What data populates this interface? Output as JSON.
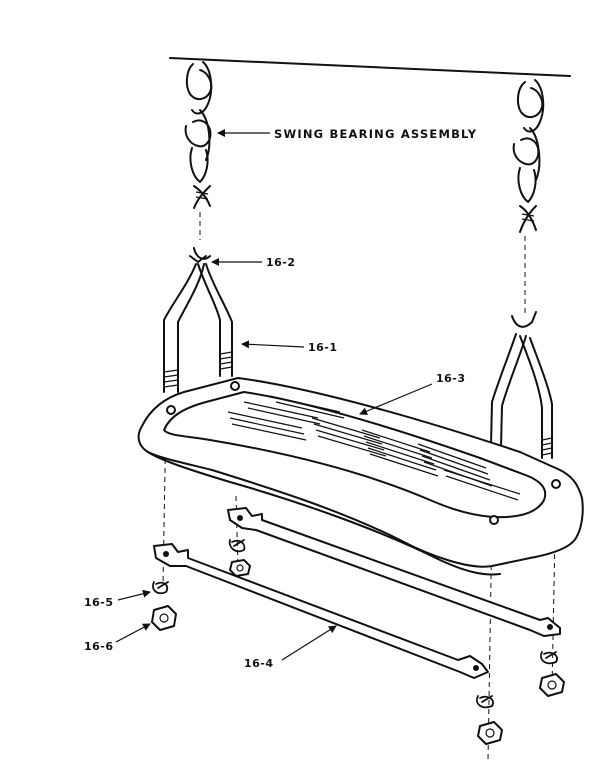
{
  "labels": {
    "swing_bearing_assembly": "SWING BEARING ASSEMBLY",
    "part_16_1": "16-1",
    "part_16_2": "16-2",
    "part_16_3": "16-3",
    "part_16_4": "16-4",
    "part_16_5": "16-5",
    "part_16_6": "16-6"
  }
}
